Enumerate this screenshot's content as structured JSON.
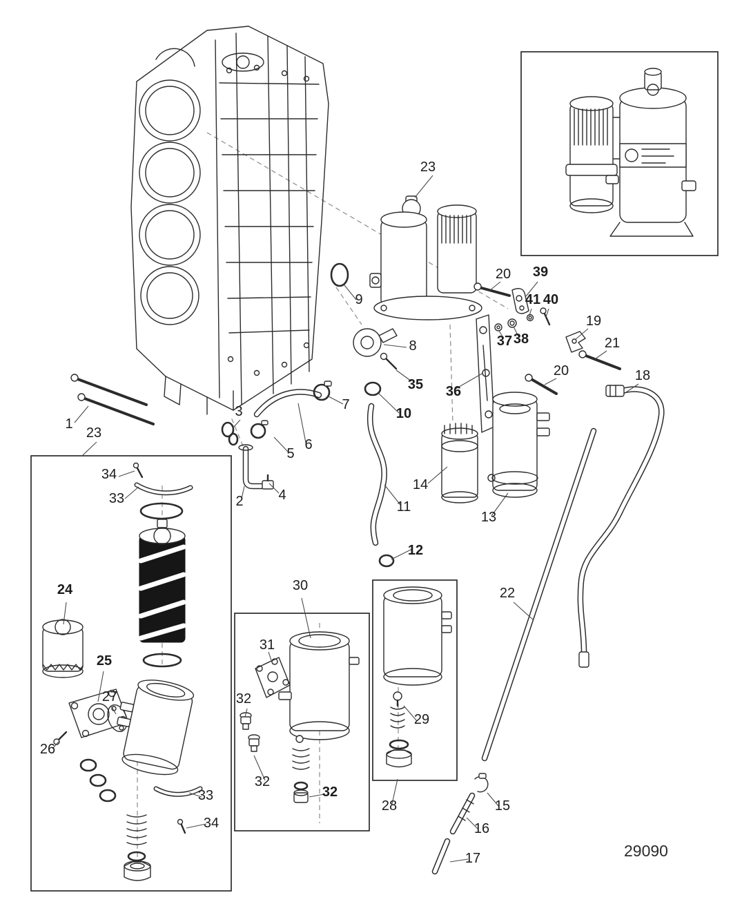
{
  "diagram": {
    "number": "29090",
    "description": "Exploded parts diagram - engine block with fuel filter, oil filter and cooler components"
  },
  "colors": {
    "line": "#2b2b2b",
    "cartridge_fill": "#161616",
    "background": "#ffffff"
  },
  "callouts": [
    {
      "label": "23"
    },
    {
      "label": "20"
    },
    {
      "label": "39"
    },
    {
      "label": "41"
    },
    {
      "label": "40"
    },
    {
      "label": "19"
    },
    {
      "label": "21"
    },
    {
      "label": "37"
    },
    {
      "label": "38"
    },
    {
      "label": "18"
    },
    {
      "label": "9"
    },
    {
      "label": "8"
    },
    {
      "label": "35"
    },
    {
      "label": "7"
    },
    {
      "label": "10"
    },
    {
      "label": "36"
    },
    {
      "label": "20"
    },
    {
      "label": "3"
    },
    {
      "label": "6"
    },
    {
      "label": "5"
    },
    {
      "label": "1"
    },
    {
      "label": "23"
    },
    {
      "label": "2"
    },
    {
      "label": "4"
    },
    {
      "label": "14"
    },
    {
      "label": "13"
    },
    {
      "label": "11"
    },
    {
      "label": "12"
    },
    {
      "label": "34"
    },
    {
      "label": "33"
    },
    {
      "label": "24"
    },
    {
      "label": "25"
    },
    {
      "label": "27"
    },
    {
      "label": "26"
    },
    {
      "label": "33"
    },
    {
      "label": "34"
    },
    {
      "label": "30"
    },
    {
      "label": "31"
    },
    {
      "label": "32"
    },
    {
      "label": "32"
    },
    {
      "label": "32"
    },
    {
      "label": "29"
    },
    {
      "label": "28"
    },
    {
      "label": "22"
    },
    {
      "label": "15"
    },
    {
      "label": "16"
    },
    {
      "label": "17"
    }
  ]
}
